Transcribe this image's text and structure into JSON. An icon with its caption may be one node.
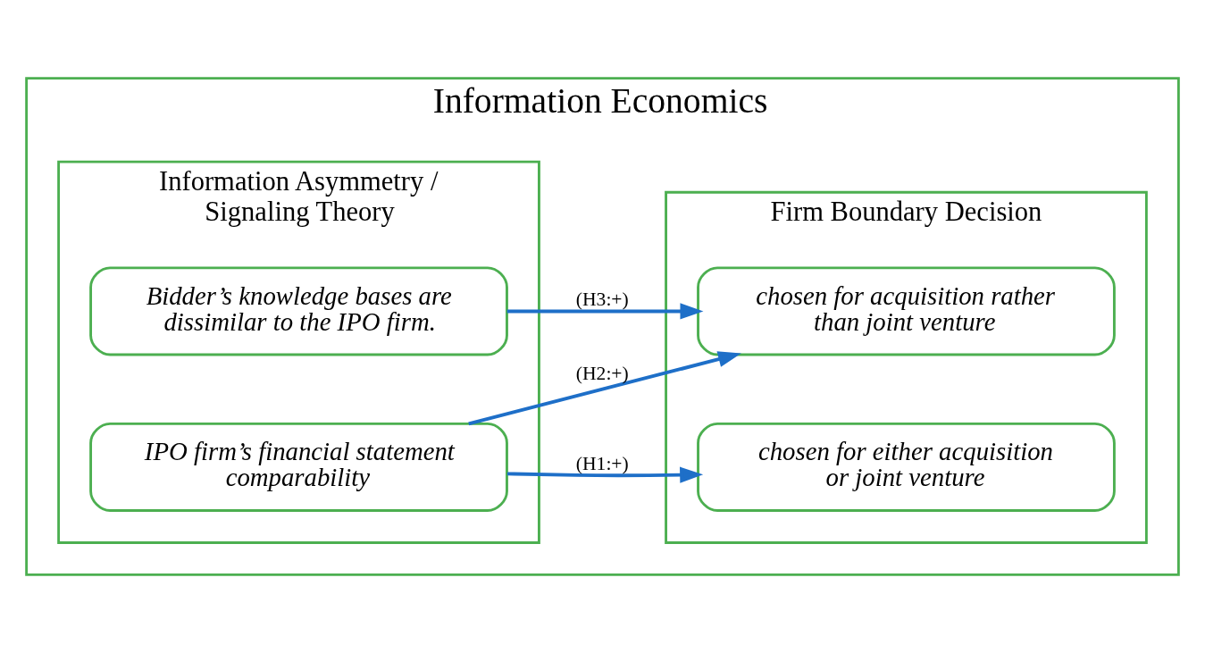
{
  "diagram": {
    "nodes": [
      {
        "text": [
          "Information Economics"
        ]
      },
      {
        "text": [
          "Information Asymmetry / Signaling Theory"
        ],
        "in": 0
      },
      {
        "text": [
          "Firm Boundary Decision"
        ],
        "in": 0
      },
      {
        "text": [
          "IPO firm’s financial statement comparability"
        ],
        "in": 1
      },
      {
        "text": [
          "Bidder’s knowledge bases are dissimilar to the IPO firm."
        ],
        "in": 1
      },
      {
        "text": [
          "chosen for either acquisition or joint venture"
        ],
        "in": 2
      },
      {
        "text": [
          "chosen for acquisition rather than joint venture"
        ],
        "in": 2
      }
    ],
    "edges": [
      {
        "from": 3,
        "to": 5,
        "arrow": "to",
        "label": "(H1:+)"
      },
      {
        "from": 3,
        "to": 6,
        "arrow": "to",
        "label": "(H2:+)"
      },
      {
        "from": 4,
        "to": 6,
        "arrow": "to",
        "label": "(H3:+)"
      }
    ]
  }
}
